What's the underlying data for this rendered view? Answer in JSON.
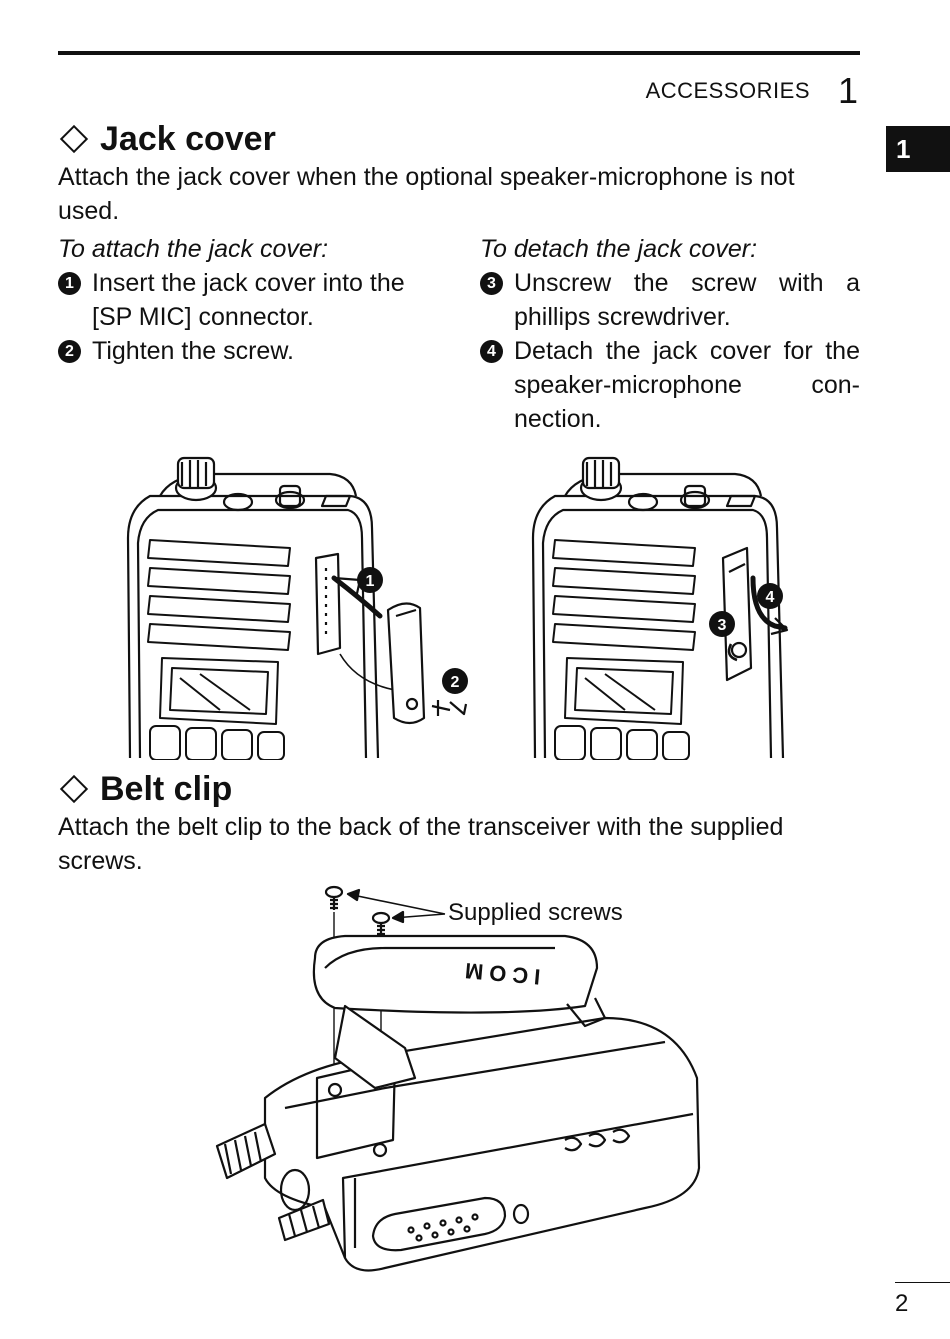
{
  "header": {
    "section": "ACCESSORIES",
    "chapter": "1",
    "tab": "1"
  },
  "jack_cover": {
    "title": "Jack cover",
    "intro": "Attach the jack cover when the optional speaker-microphone is not used.",
    "attach": {
      "subtitle": "To attach the jack cover:",
      "steps": [
        {
          "num": "1",
          "text": "Insert the jack cover into the [SP MIC] connector."
        },
        {
          "num": "2",
          "text": "Tighten the screw."
        }
      ]
    },
    "detach": {
      "subtitle": "To detach the jack cover:",
      "steps": [
        {
          "num": "3",
          "text": "Unscrew the screw with a phillips screwdriver."
        },
        {
          "num": "4",
          "text": "Detach the jack cover for the speaker-microphone con- nection."
        }
      ]
    },
    "figure_callouts": {
      "attach": [
        "1",
        "2"
      ],
      "detach": [
        "3",
        "4"
      ]
    }
  },
  "belt_clip": {
    "title": "Belt clip",
    "intro": "Attach the belt clip to the back of the transceiver with the supplied screws.",
    "figure_label": "Supplied screws",
    "logo_text": "ICOM"
  },
  "footer": {
    "page": "2"
  }
}
